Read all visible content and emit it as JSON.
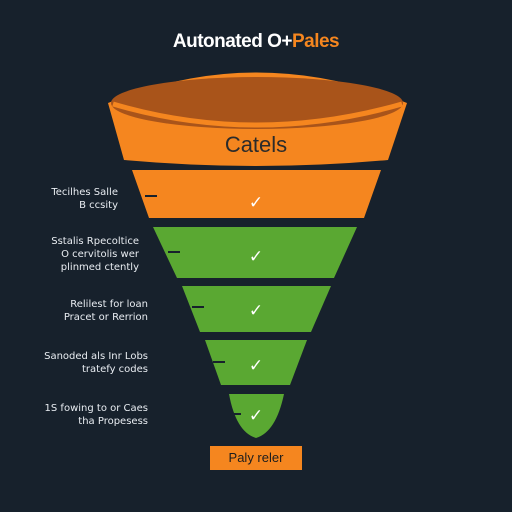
{
  "title": {
    "part1": "Autonated O+",
    "part2": "Pales"
  },
  "funnel": {
    "top_label": "Catels",
    "stages": [
      {
        "lines": [
          "Tecilhes Salle",
          "B ccsity"
        ],
        "color": "#f5861f",
        "mark": "✓"
      },
      {
        "lines": [
          "Sstalis Rpecoltice",
          "O cervitolis wer",
          "plinmed ctently"
        ],
        "color": "#5aa832",
        "mark": "✓"
      },
      {
        "lines": [
          "Relilest for loan",
          "Pracet or Rerrion"
        ],
        "color": "#5aa832",
        "mark": "✓"
      },
      {
        "lines": [
          "Sanoded als Inr Lobs",
          "tratefy codes"
        ],
        "color": "#5aa832",
        "mark": "✓"
      },
      {
        "lines": [
          "1S fowing to or Caes",
          "tha Propesess"
        ],
        "color": "#5aa832",
        "mark": "✓"
      }
    ]
  },
  "cta": {
    "label": "Paly reler"
  },
  "colors": {
    "background": "#17212c",
    "orange": "#f5861f",
    "orange_dark": "#a9541a",
    "green": "#5aa832"
  }
}
